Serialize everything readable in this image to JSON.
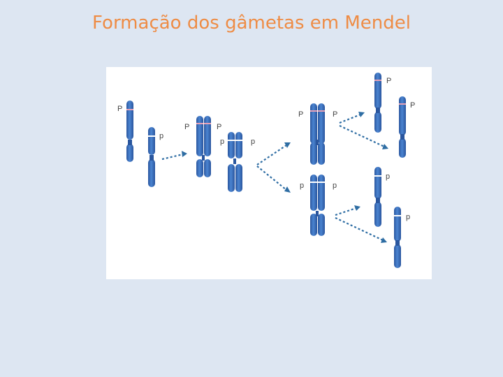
{
  "slide": {
    "title": "Formação dos gâmetas em Mendel"
  },
  "colors": {
    "background": "#dde6f2",
    "title": "#ee8c45",
    "chromosome": "#3a6fbf",
    "chromosome_dark": "#2a569e",
    "dominant_band": "#e7a1b7",
    "recessive_band": "#ffffff",
    "arrow": "#2e6da3"
  },
  "diagram": {
    "labels": {
      "dominant": "P",
      "recessive": "p"
    }
  }
}
